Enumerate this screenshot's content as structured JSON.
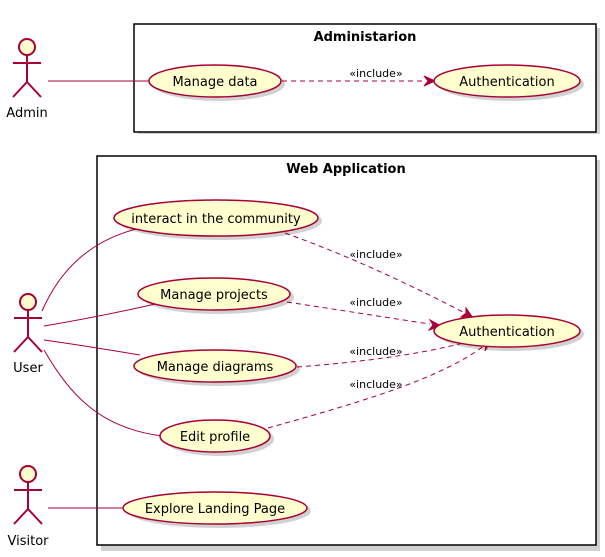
{
  "packages": {
    "admin": {
      "title": "Administarion"
    },
    "web": {
      "title": "Web Application"
    }
  },
  "actors": {
    "admin": "Admin",
    "user": "User",
    "visitor": "Visitor"
  },
  "usecases": {
    "manage_data": "Manage data",
    "admin_auth": "Authentication",
    "community": "interact in the community",
    "projects": "Manage projects",
    "diagrams": "Manage diagrams",
    "profile": "Edit profile",
    "web_auth": "Authentication",
    "landing": "Explore Landing Page"
  },
  "relations": {
    "include_label": "«include»"
  },
  "colors": {
    "usecase_fill": "#FEFECE",
    "stroke": "#A80036",
    "package_border": "#000000"
  }
}
